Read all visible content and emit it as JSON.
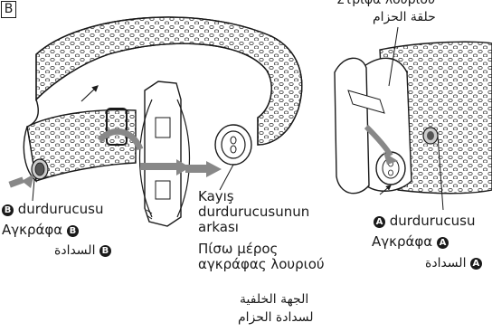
{
  "panel_letter": "B",
  "labels": {
    "top_right_greek_partial": "Στρίφα λουρίου",
    "top_right_arabic": "حلقة الحزام",
    "stopper_b_marker": "B",
    "stopper_b_tr": "durdurucusu",
    "stopper_b_el": "Αγκράφα",
    "stopper_b_ar": "السدادة",
    "back_tr_line1": "Kayış",
    "back_tr_line2": "durdurucusunun",
    "back_tr_line3": "arkası",
    "back_el_line1": "Πίσω μέρος",
    "back_el_line2": "αγκράφας λουριού",
    "back_ar_line1": "الجهة الخلفية",
    "back_ar_line2": "لسدادة الحزام",
    "stopper_a_marker": "A",
    "stopper_a_tr": "durdurucusu",
    "stopper_a_el": "Αγκράφα",
    "stopper_a_ar": "السدادة"
  }
}
